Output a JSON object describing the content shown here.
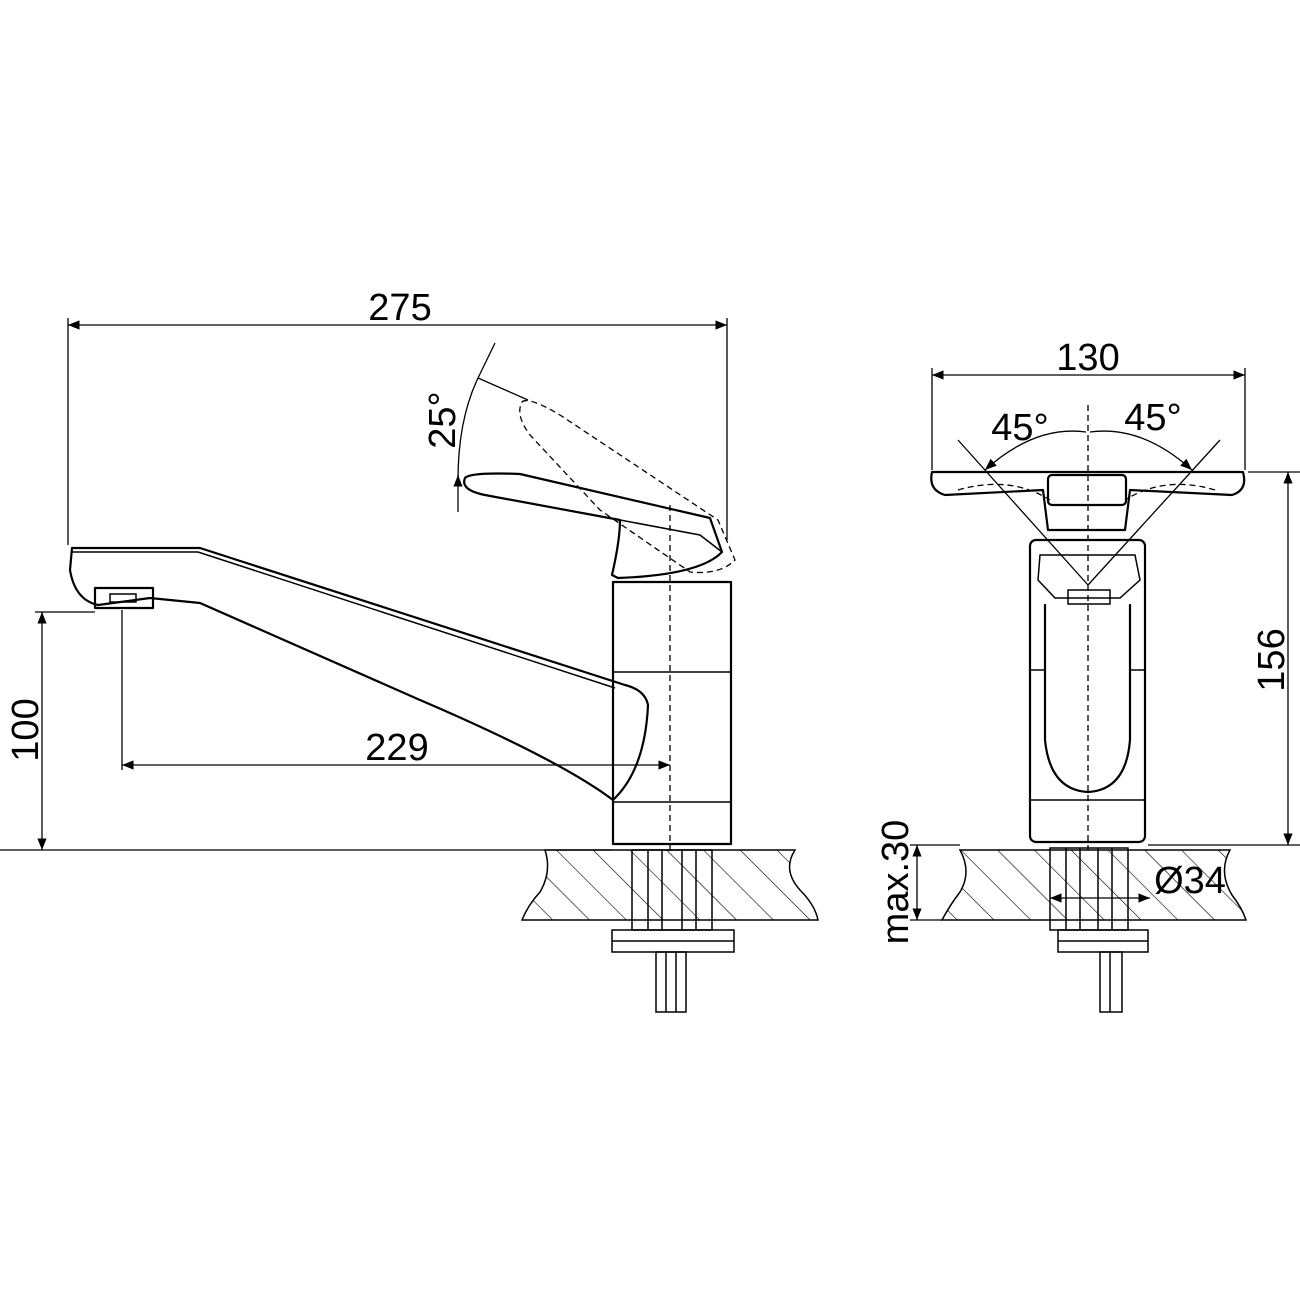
{
  "dimensions": {
    "overall_length": "275",
    "spout_reach": "229",
    "spout_height": "100",
    "lever_tilt": "25°",
    "side_width": "130",
    "rotation_left": "45°",
    "rotation_right": "45°",
    "overall_height": "156",
    "max_deck_thickness": "max.30",
    "mount_diameter": "Ø34"
  },
  "colors": {
    "stroke": "#000000",
    "background": "#ffffff"
  }
}
